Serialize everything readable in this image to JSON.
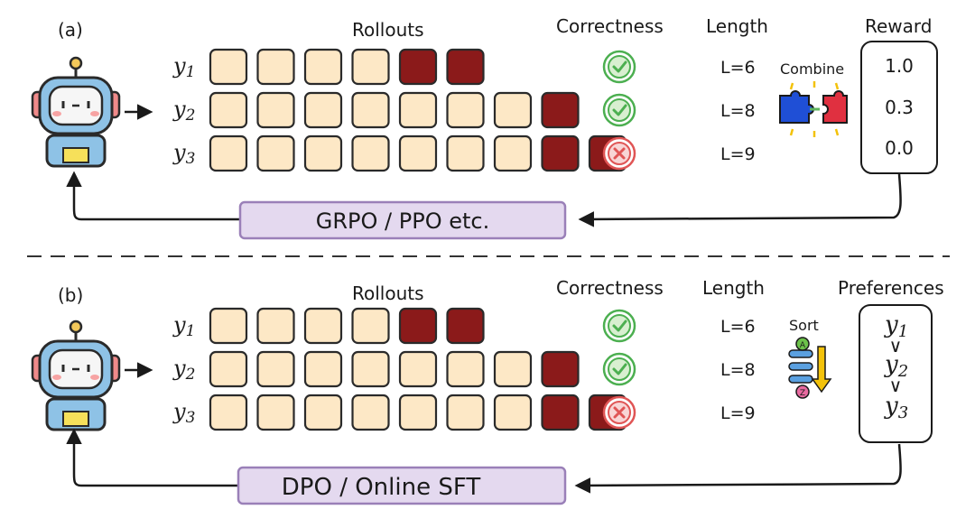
{
  "colors": {
    "token_light": "#fde8c6",
    "token_dark": "#8b1a1a",
    "algo_box": "#e4d9ef",
    "algo_border": "#9a80b8",
    "check": "#4caf50",
    "cross": "#e05555"
  },
  "panels": [
    {
      "id": "a",
      "label": "(a)",
      "rollouts_title": "Rollouts",
      "correctness_title": "Correctness",
      "length_title": "Length",
      "rollouts": [
        {
          "name": "y",
          "sub": "1",
          "light": 4,
          "dark": 2,
          "correct": true,
          "length": "L=6"
        },
        {
          "name": "y",
          "sub": "2",
          "light": 7,
          "dark": 1,
          "correct": true,
          "length": "L=8"
        },
        {
          "name": "y",
          "sub": "3",
          "light": 7,
          "dark": 2,
          "correct": false,
          "length": "L=9"
        }
      ],
      "op_label": "Combine",
      "op_icon": "puzzle-icon",
      "result_title": "Reward",
      "rewards": [
        "1.0",
        "0.3",
        "0.0"
      ],
      "algo_label": "GRPO / PPO  etc."
    },
    {
      "id": "b",
      "label": "(b)",
      "rollouts_title": "Rollouts",
      "correctness_title": "Correctness",
      "length_title": "Length",
      "rollouts": [
        {
          "name": "y",
          "sub": "1",
          "light": 4,
          "dark": 2,
          "correct": true,
          "length": "L=6"
        },
        {
          "name": "y",
          "sub": "2",
          "light": 7,
          "dark": 1,
          "correct": true,
          "length": "L=8"
        },
        {
          "name": "y",
          "sub": "3",
          "light": 7,
          "dark": 2,
          "correct": false,
          "length": "L=9"
        }
      ],
      "op_label": "Sort",
      "op_icon": "sort-icon",
      "result_title": "Preferences",
      "preferences": [
        {
          "name": "y",
          "sub": "1"
        },
        {
          "name": "y",
          "sub": "2"
        },
        {
          "name": "y",
          "sub": "3"
        }
      ],
      "pref_separator": "∨",
      "algo_label": "DPO / Online SFT"
    }
  ]
}
